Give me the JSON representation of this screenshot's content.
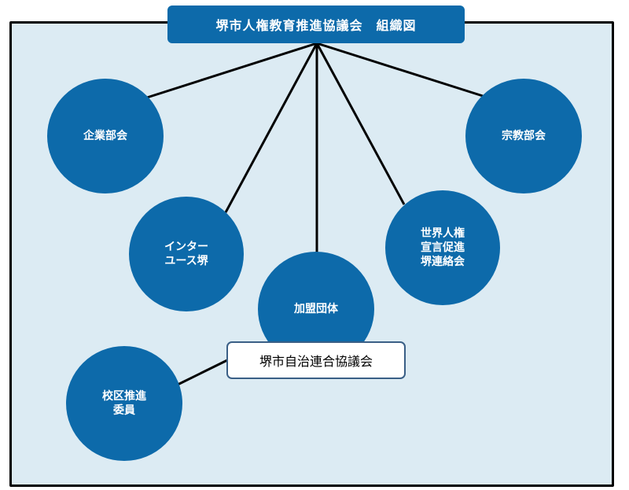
{
  "title": "堺市人権教育推進協議会　組織図",
  "nodes": {
    "kigyo": [
      "企業部会"
    ],
    "shukyo": [
      "宗教部会"
    ],
    "inter": [
      "インター",
      "ユース堺"
    ],
    "kamei": [
      "加盟団体"
    ],
    "sekai": [
      "世界人権",
      "宣言促進",
      "堺連絡会"
    ],
    "kouku": [
      "校区推進",
      "委員"
    ]
  },
  "callout": "堺市自治連合協議会",
  "colors": {
    "node_fill": "#0d6aaa",
    "frame_fill": "#dcebf3",
    "connector": "#000000"
  }
}
